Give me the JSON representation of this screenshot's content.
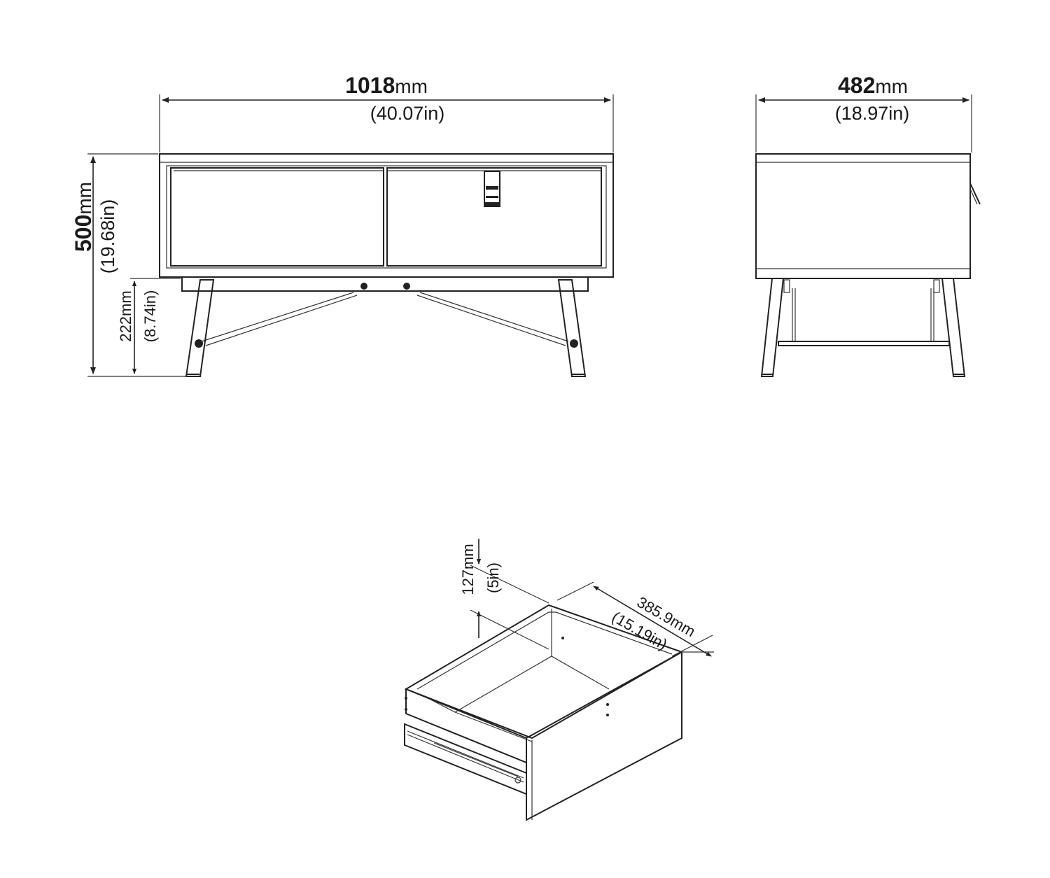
{
  "front_width": {
    "value": "1018",
    "unit": "mm",
    "imperial": "(40.07in)"
  },
  "side_depth": {
    "value": "482",
    "unit": "mm",
    "imperial": "(18.97in)"
  },
  "total_height": {
    "value": "500",
    "unit": "mm",
    "imperial": "(19.68in)"
  },
  "leg_height": {
    "value": "222mm",
    "imperial": "(8.74in)"
  },
  "drawer_height": {
    "value": "127mm",
    "imperial": "(5in)"
  },
  "drawer_depth": {
    "value": "385.9mm",
    "imperial": "(15.19in)"
  },
  "colors": {
    "line": "#222222",
    "background": "#ffffff"
  }
}
